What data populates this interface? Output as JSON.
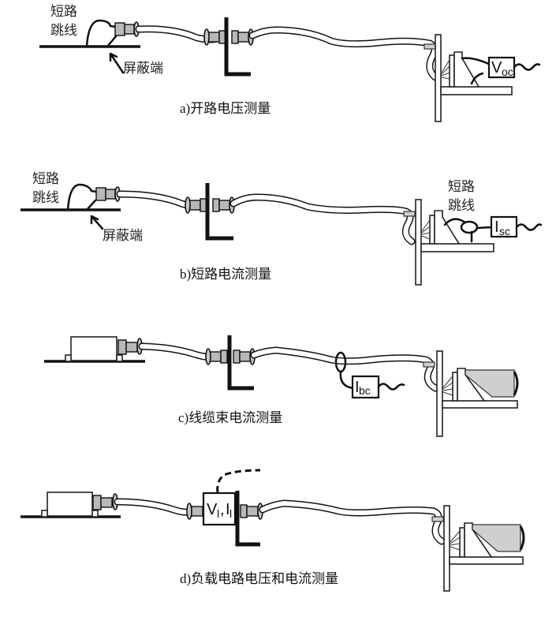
{
  "figure": {
    "panels": [
      {
        "id": "a",
        "caption": "a)开路电压测量",
        "labels": {
          "jumper_line1": "短路",
          "jumper_line2": "跳线",
          "shield_end": "屏蔽端"
        },
        "meter": {
          "main": "V",
          "sub": "oc"
        }
      },
      {
        "id": "b",
        "caption": "b)短路电流测量",
        "labels": {
          "jumper_line1": "短路",
          "jumper_line2": "跳线",
          "shield_end": "屏蔽端",
          "right_jumper_line1": "短路",
          "right_jumper_line2": "跳线"
        },
        "meter": {
          "main": "I",
          "sub": "sc"
        }
      },
      {
        "id": "c",
        "caption": "c)线缆束电流测量",
        "meter": {
          "main": "I",
          "sub": "bc"
        }
      },
      {
        "id": "d",
        "caption": "d)负载电路电压和电流测量",
        "meter": {
          "text": "V",
          "sub1": "l",
          "sep": ", ",
          "text2": "I",
          "sub2": "l"
        }
      }
    ]
  }
}
